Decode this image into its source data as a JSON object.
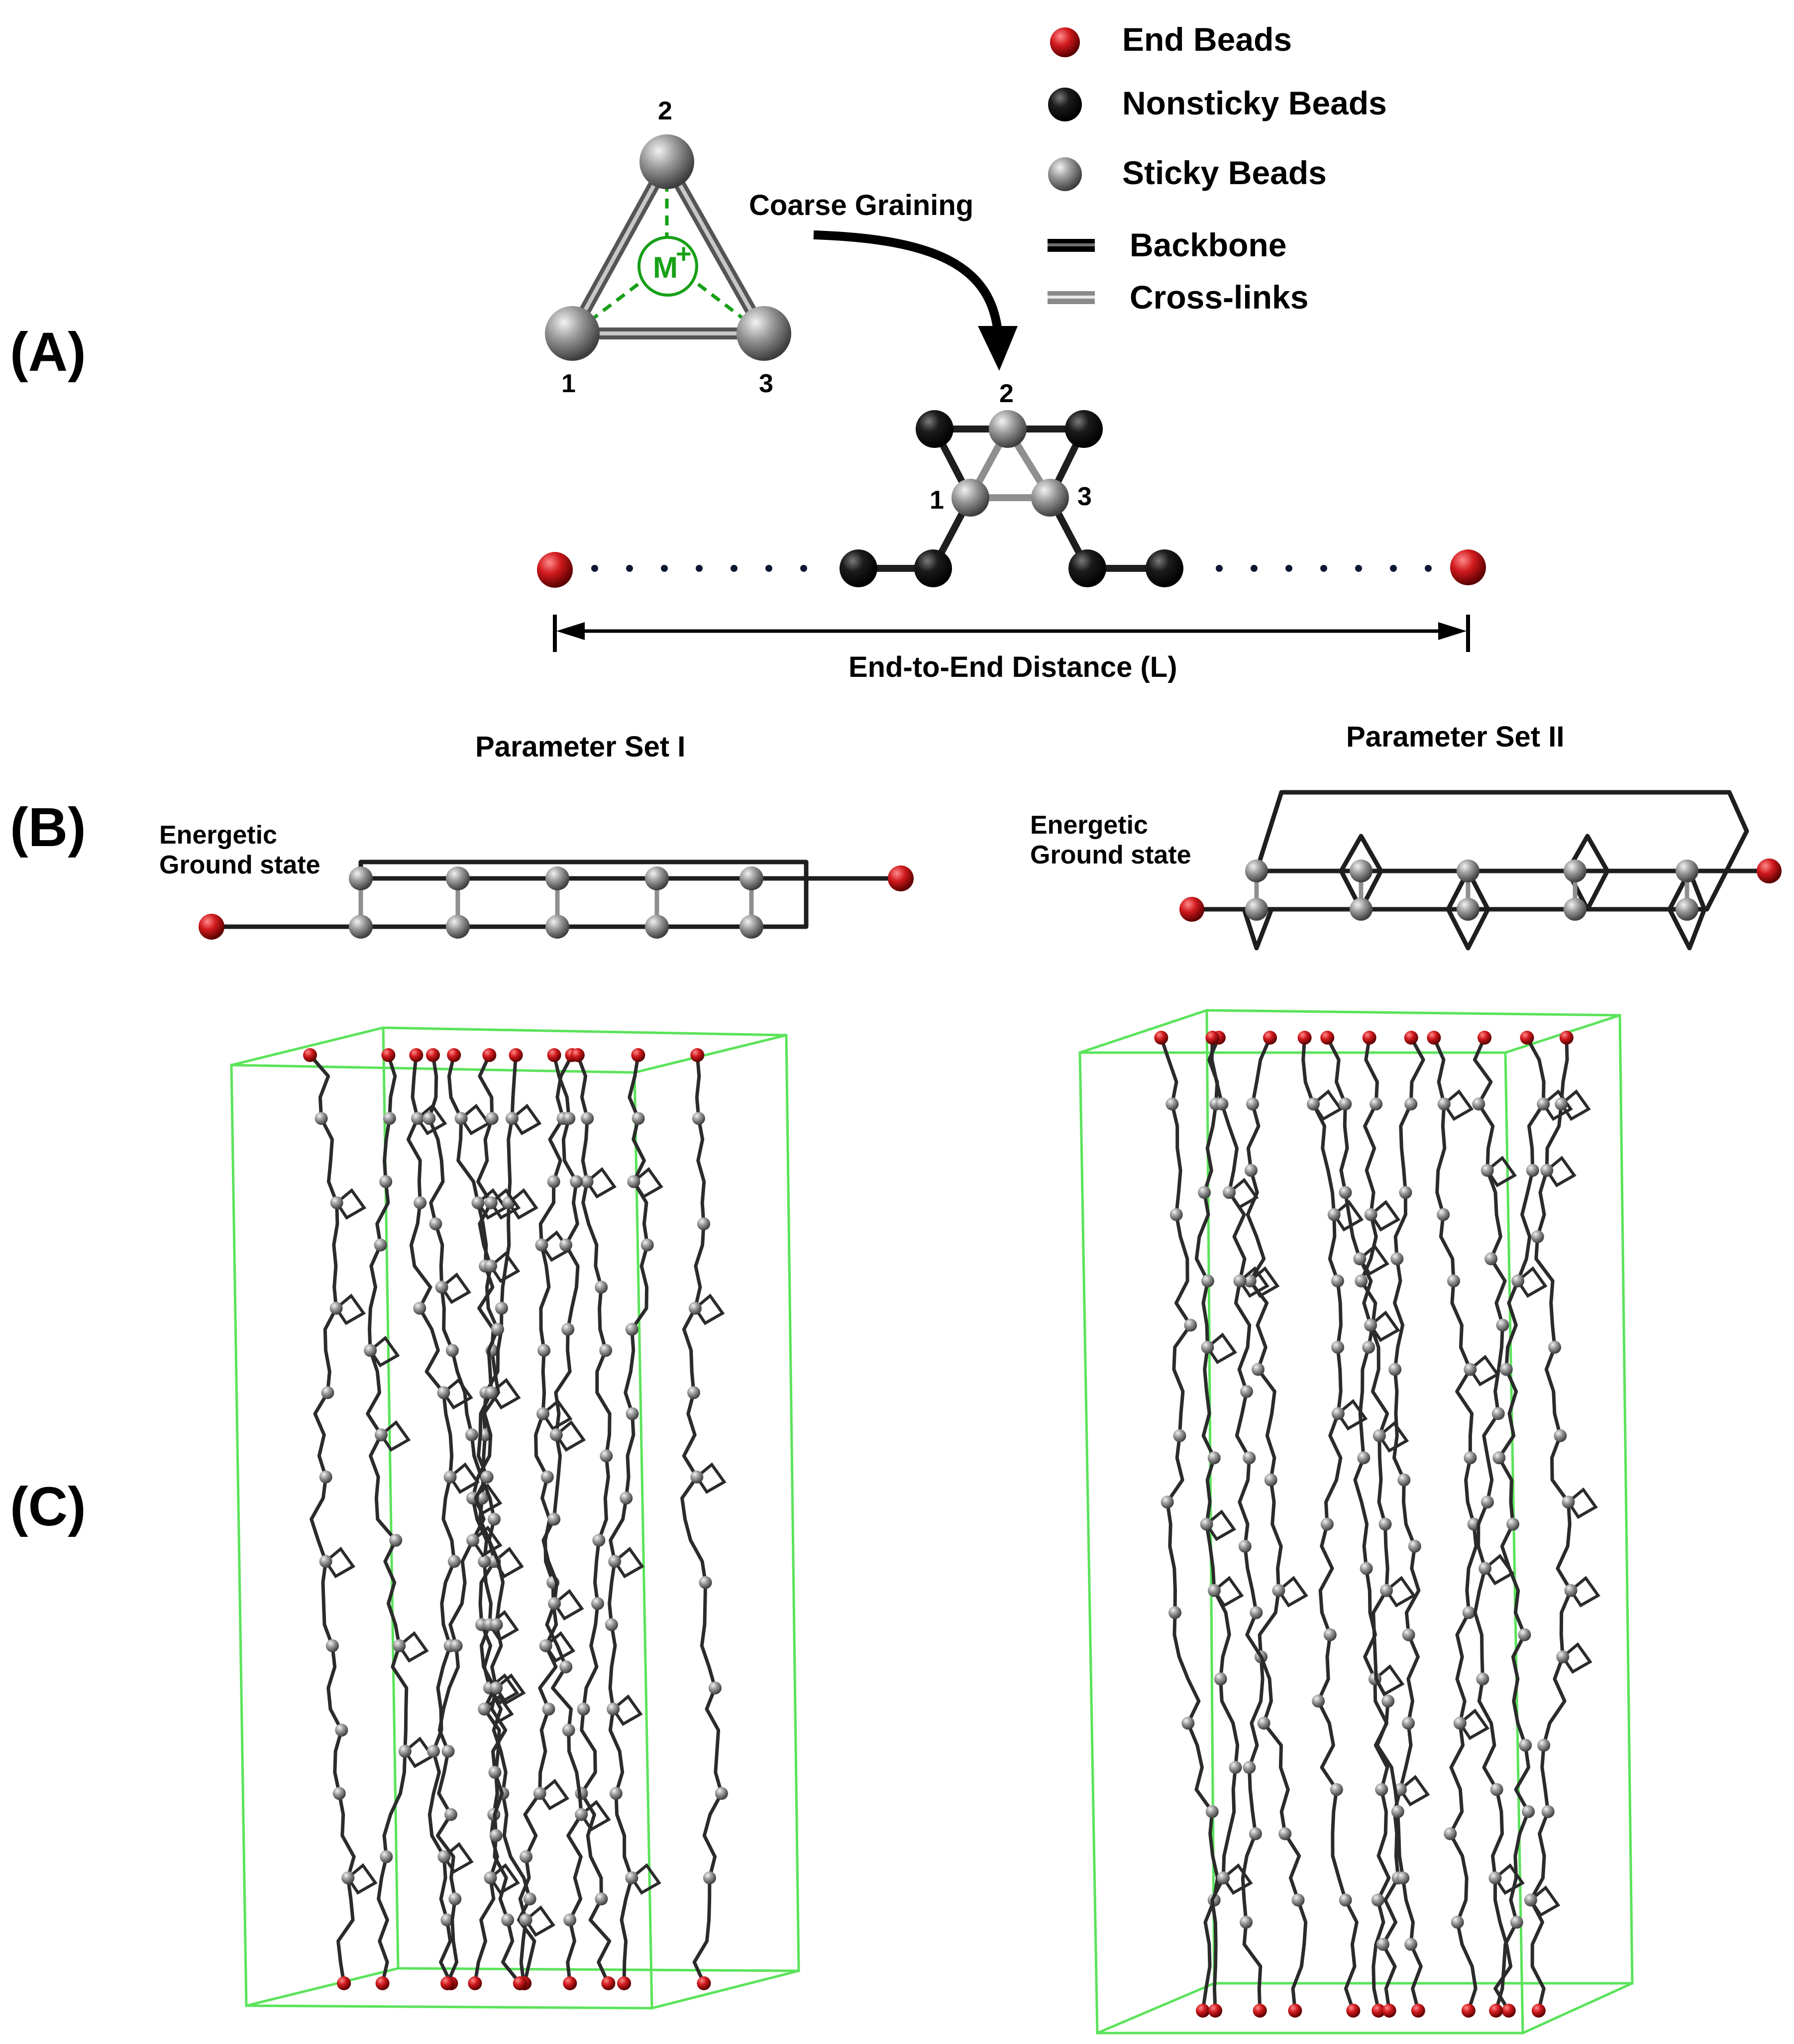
{
  "panels": {
    "a": "(A)",
    "b": "(B)",
    "c": "(C)"
  },
  "legend": {
    "end_beads": "End Beads",
    "nonsticky_beads": "Nonsticky Beads",
    "sticky_beads": "Sticky Beads",
    "backbone": "Backbone",
    "cross_links": "Cross-links"
  },
  "panel_a": {
    "metal_ion": "M",
    "metal_charge": "+",
    "bead_1": "1",
    "bead_2": "2",
    "bead_3": "3",
    "coarse_graining": "Coarse Graining",
    "cg_bead_1": "1",
    "cg_bead_2": "2",
    "cg_bead_3": "3",
    "distance_label": "End-to-End Distance (L)"
  },
  "panel_b": {
    "set1_title": "Parameter Set I",
    "set2_title": "Parameter Set II",
    "set1_ground_1": "Energetic",
    "set1_ground_2": "Ground state",
    "set2_ground_1": "Energetic",
    "set2_ground_2": "Ground state"
  },
  "colors": {
    "end_bead": "#c8161a",
    "nonsticky_bead": "#141414",
    "sticky_bead": "#8c8c8c",
    "backbone": "#1e1e1e",
    "cross_link": "#8f8f8f",
    "metal": "#17a017",
    "box": "#5be35b"
  }
}
